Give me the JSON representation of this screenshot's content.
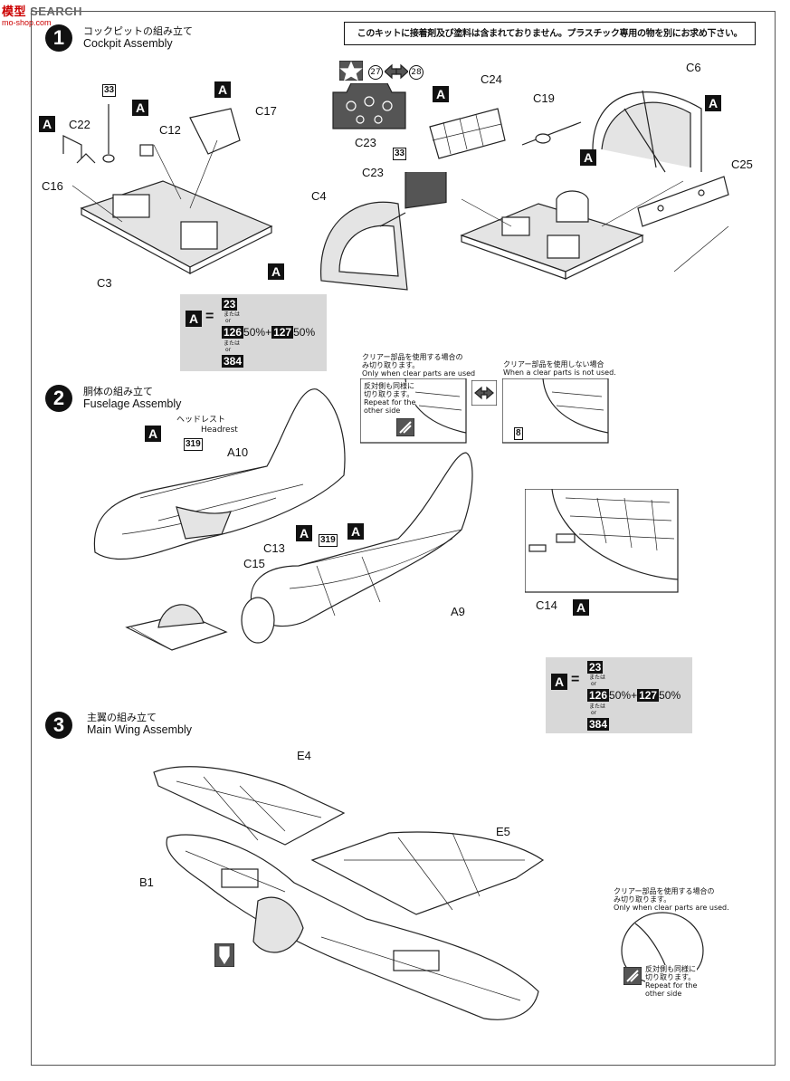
{
  "watermark": {
    "brand_left": "模型",
    "brand_right": "SEARCH",
    "url": "mo-shop.com"
  },
  "notice": "このキットに接着剤及び塗料は含まれておりません。プラスチック専用の物を別にお求め下さい。",
  "steps": [
    {
      "number": "1",
      "title_jp": "コックピットの組み立て",
      "title_en": "Cockpit Assembly"
    },
    {
      "number": "2",
      "title_jp": "胴体の組み立て",
      "title_en": "Fuselage Assembly"
    },
    {
      "number": "3",
      "title_jp": "主翼の組み立て",
      "title_en": "Main Wing Assembly"
    }
  ],
  "color_code": "A",
  "legend": {
    "color_a": "23",
    "or_jp": "または",
    "or_en": "or",
    "mix_a": "126",
    "mix_a_pct": "50%",
    "plus": "+",
    "mix_b": "127",
    "mix_b_pct": "50%",
    "color_b": "384"
  },
  "parts": {
    "c22": "C22",
    "c12": "C12",
    "c17": "C17",
    "c16": "C16",
    "c3": "C3",
    "c23_top": "C23",
    "c23": "C23",
    "c4": "C4",
    "c24": "C24",
    "c19": "C19",
    "c6": "C6",
    "c25": "C25",
    "a10": "A10",
    "c13": "C13",
    "c15": "C15",
    "a9": "A9",
    "c14": "C14",
    "e4": "E4",
    "e5": "E5",
    "b1": "B1"
  },
  "paint_codes": {
    "p33": "33",
    "p319": "319",
    "p8": "8"
  },
  "decals": {
    "d27": "27",
    "d28": "28"
  },
  "headrest": {
    "jp": "ヘッドレスト",
    "en": "Headrest"
  },
  "clear_used": {
    "jp1": "クリアー部品を使用する場合の",
    "jp2": "み切り取ります。",
    "en": "Only when clear parts are used"
  },
  "clear_not_used": {
    "jp": "クリアー部品を使用しない場合",
    "en": "When a clear parts is not used."
  },
  "repeat_side": {
    "jp1": "反対側も同様に",
    "jp2": "切り取ります。",
    "en1": "Repeat for the",
    "en2": "other side"
  },
  "clear_used_wing": {
    "jp1": "クリアー部品を使用する場合の",
    "jp2": "み切り取ります。",
    "en": "Only when clear parts are used."
  },
  "repeat_side_wing": {
    "jp1": "反対側も同様に",
    "jp2": "切り取ります。",
    "en1": "Repeat for the",
    "en2": "other side"
  }
}
